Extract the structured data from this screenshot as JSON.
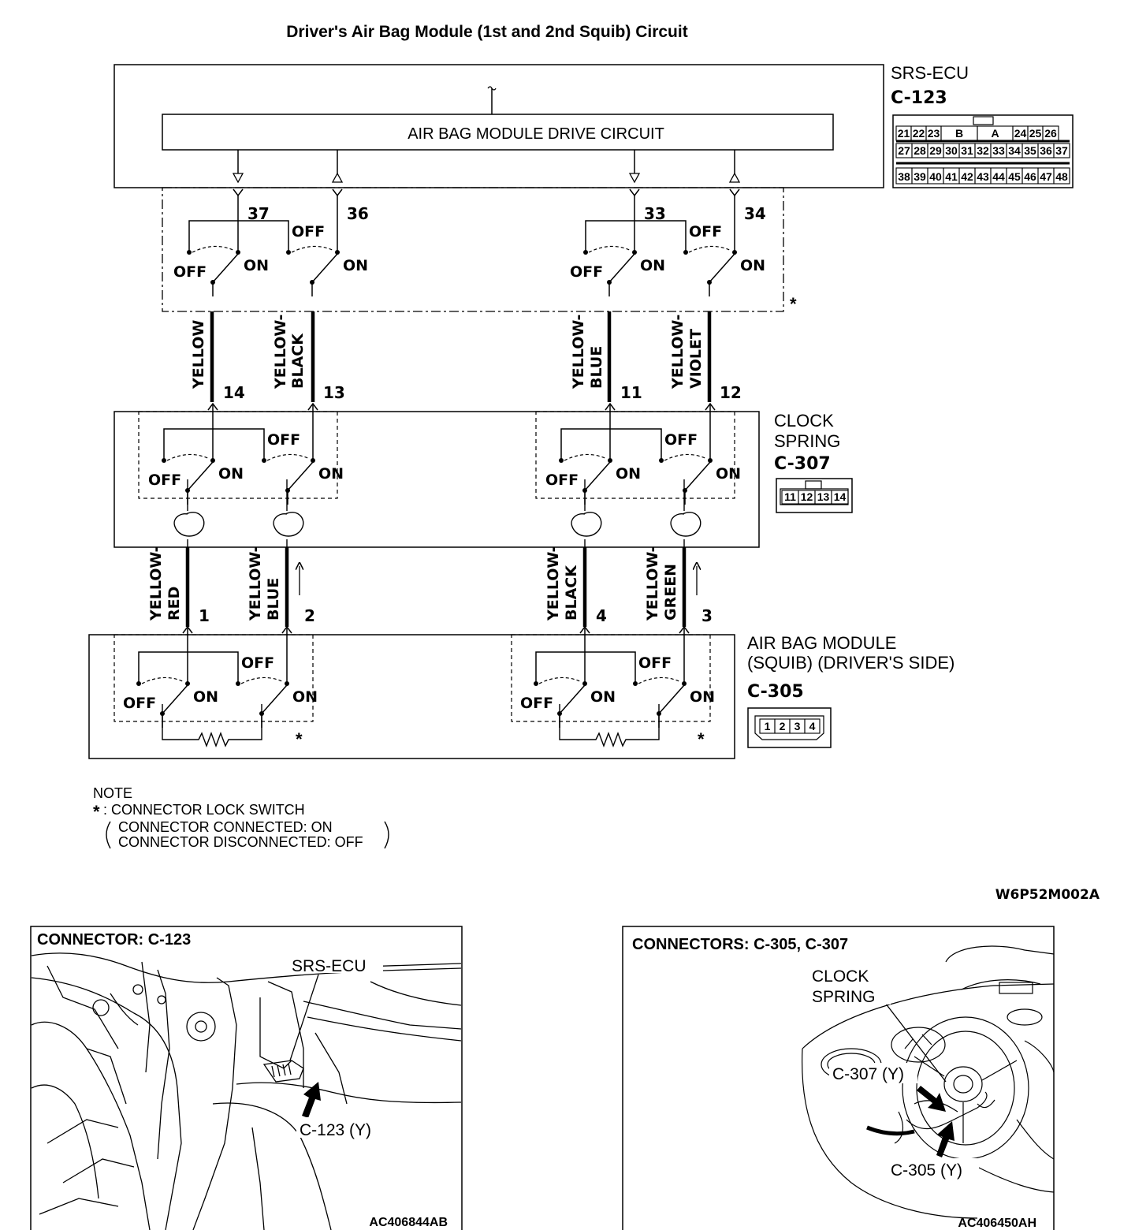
{
  "title": "Driver's Air Bag Module (1st and 2nd Squib) Circuit",
  "srs_ecu": {
    "name": "SRS-ECU",
    "connector": "C-123",
    "drive_circuit_label": "AIR BAG MODULE DRIVE CIRCUIT",
    "pins": [
      "37",
      "36",
      "33",
      "34"
    ],
    "connector_pins_row1": [
      "21",
      "22",
      "23",
      "B",
      "A",
      "24",
      "25",
      "26"
    ],
    "connector_pins_row2": [
      "27",
      "28",
      "29",
      "30",
      "31",
      "32",
      "33",
      "34",
      "35",
      "36",
      "37"
    ],
    "connector_pins_row3": [
      "38",
      "39",
      "40",
      "41",
      "42",
      "43",
      "44",
      "45",
      "46",
      "47",
      "48"
    ]
  },
  "switch_labels": {
    "off": "OFF",
    "on": "ON",
    "asterisk": "*"
  },
  "wires_upper": [
    {
      "color_line1": "YELLOW",
      "color_line2": "",
      "pin": "14"
    },
    {
      "color_line1": "YELLOW-",
      "color_line2": "BLACK",
      "pin": "13"
    },
    {
      "color_line1": "YELLOW-",
      "color_line2": "BLUE",
      "pin": "11"
    },
    {
      "color_line1": "YELLOW-",
      "color_line2": "VIOLET",
      "pin": "12"
    }
  ],
  "clock_spring": {
    "name_line1": "CLOCK",
    "name_line2": "SPRING",
    "connector": "C-307",
    "connector_pins": [
      "11",
      "12",
      "13",
      "14"
    ]
  },
  "wires_lower": [
    {
      "color_line1": "YELLOW-",
      "color_line2": "RED",
      "pin": "1"
    },
    {
      "color_line1": "YELLOW-",
      "color_line2": "BLUE",
      "pin": "2"
    },
    {
      "color_line1": "YELLOW-",
      "color_line2": "BLACK",
      "pin": "4"
    },
    {
      "color_line1": "YELLOW-",
      "color_line2": "GREEN",
      "pin": "3"
    }
  ],
  "air_bag_module": {
    "name_line1": "AIR BAG MODULE",
    "name_line2": "(SQUIB) (DRIVER'S SIDE)",
    "connector": "C-305",
    "connector_pins": [
      "1",
      "2",
      "3",
      "4"
    ]
  },
  "note": {
    "heading": "NOTE",
    "line1": ": CONNECTOR LOCK SWITCH",
    "line2": "CONNECTOR CONNECTED: ON",
    "line3": "CONNECTOR DISCONNECTED: OFF"
  },
  "diagram_code": "W6P52M002A",
  "panel_left": {
    "title": "CONNECTOR: C-123",
    "label_ecu": "SRS-ECU",
    "label_conn": "C-123 (Y)",
    "code": "AC406844AB"
  },
  "panel_right": {
    "title": "CONNECTORS: C-305, C-307",
    "label_cs_line1": "CLOCK",
    "label_cs_line2": "SPRING",
    "label_c307": "C-307 (Y)",
    "label_c305": "C-305 (Y)",
    "code": "AC406450AH"
  }
}
